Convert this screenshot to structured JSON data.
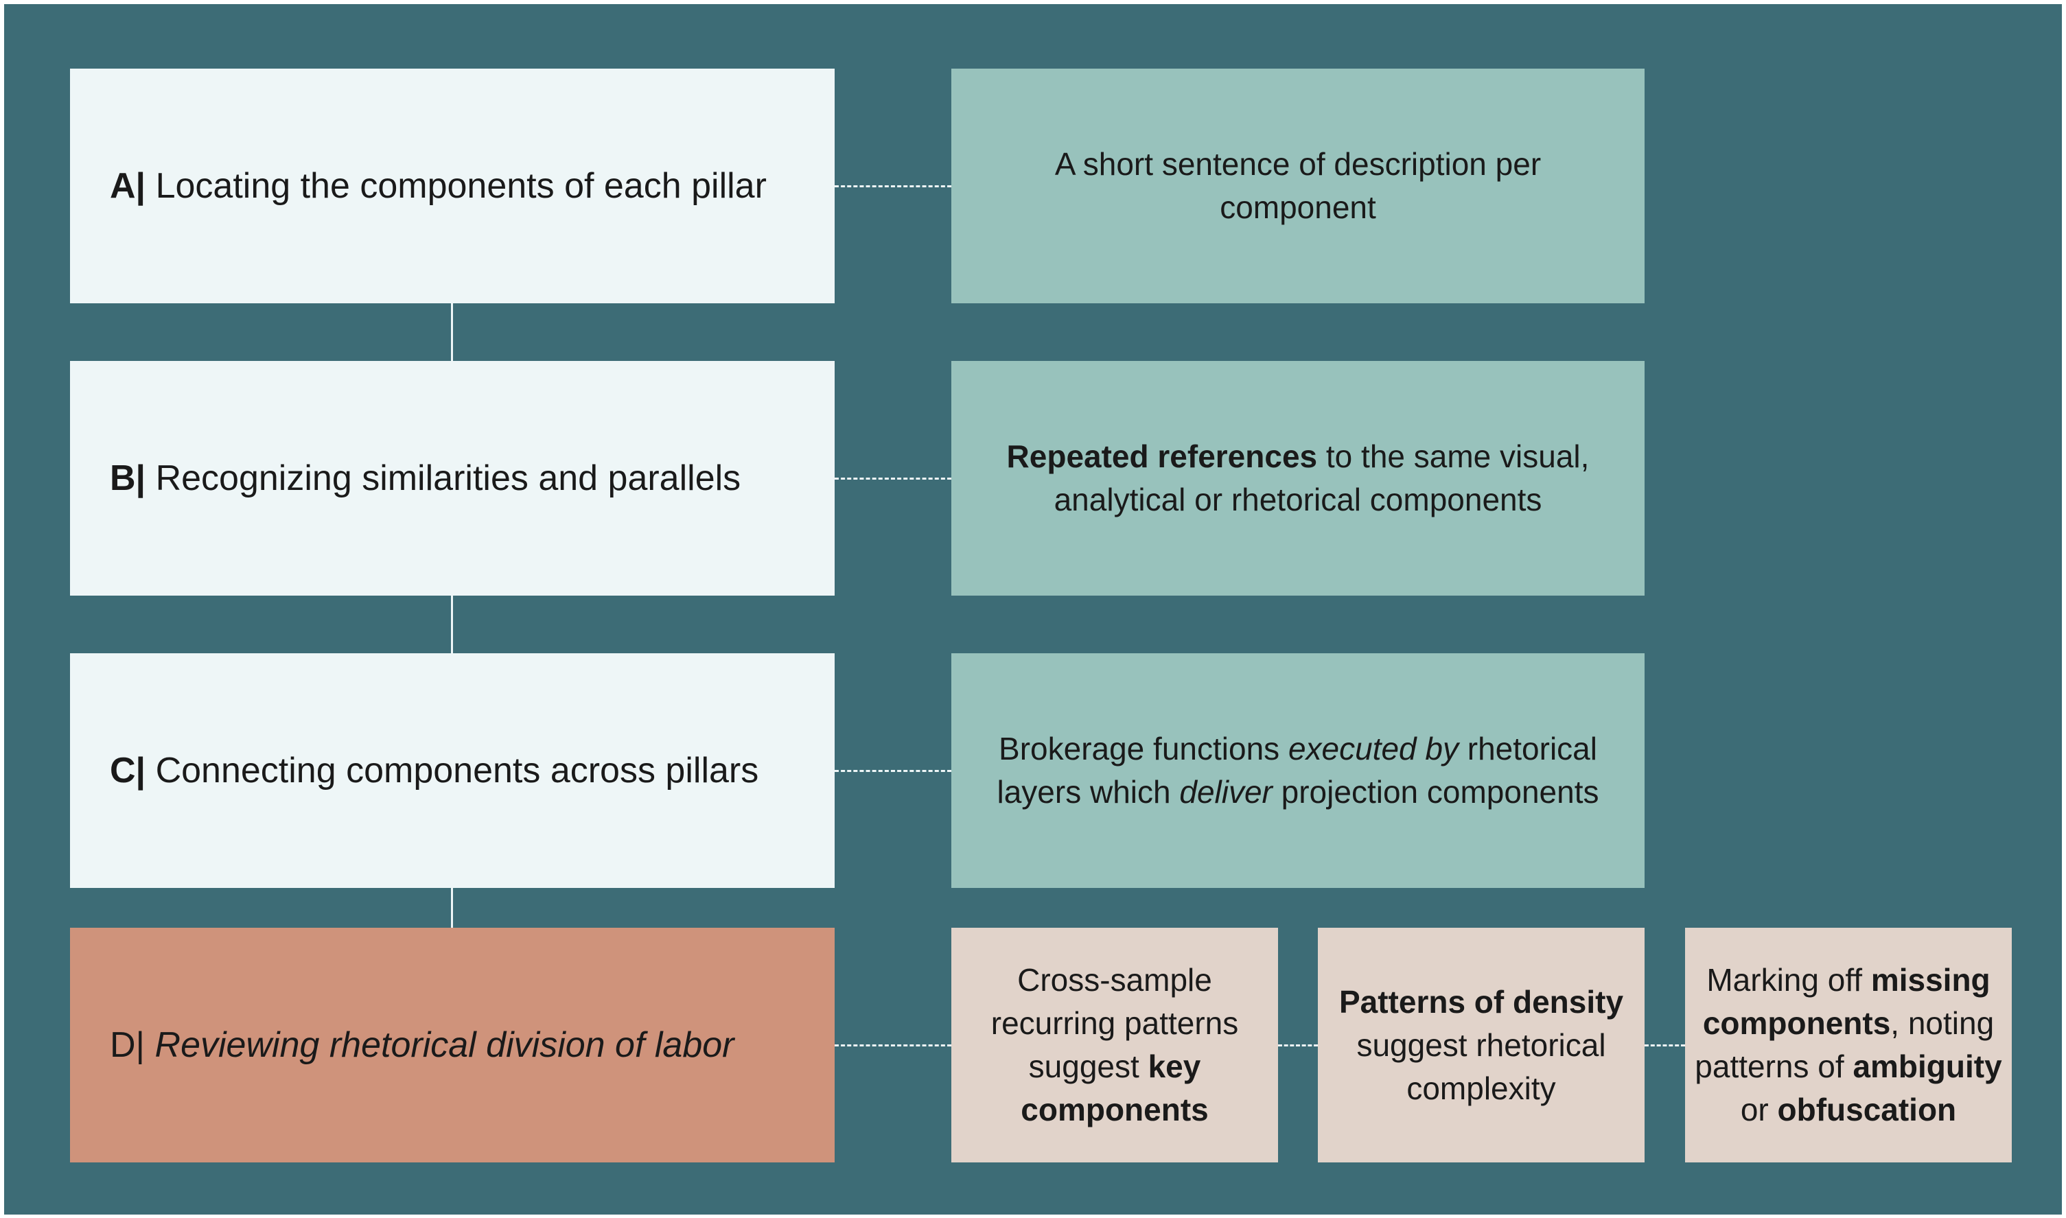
{
  "colors": {
    "background": "#3d6c76",
    "step_box": "#eef6f7",
    "description_box": "#98c2bc",
    "highlight_step_box": "#cf937b",
    "sub_box": "#e1d3ca"
  },
  "steps": [
    {
      "letter": "A|",
      "label": "Locating the components of each pillar"
    },
    {
      "letter": "B|",
      "label": "Recognizing similarities and parallels"
    },
    {
      "letter": "C|",
      "label": "Connecting components across pillars"
    },
    {
      "letter": "D|",
      "label": "Reviewing rhetorical division of labor"
    }
  ],
  "descriptions": {
    "a": {
      "text": "A short sentence of description per component"
    },
    "b": {
      "bold": "Repeated references",
      "rest": " to the same visual, analytical or rhetorical components"
    },
    "c": {
      "t1": "Brokerage functions ",
      "i1": "executed by",
      "t2": " rhetorical layers which ",
      "i2": "deliver",
      "t3": " projection components"
    }
  },
  "sub_boxes": [
    {
      "t1": "Cross-sample recurring patterns suggest ",
      "b1": "key components"
    },
    {
      "b1": "Patterns of density",
      "t1": " suggest rhetorical complexity"
    },
    {
      "t1": "Marking off ",
      "b1": "missing components",
      "t2": ", noting patterns of ",
      "b2": "ambiguity",
      "t3": " or ",
      "b3": "obfuscation"
    }
  ]
}
